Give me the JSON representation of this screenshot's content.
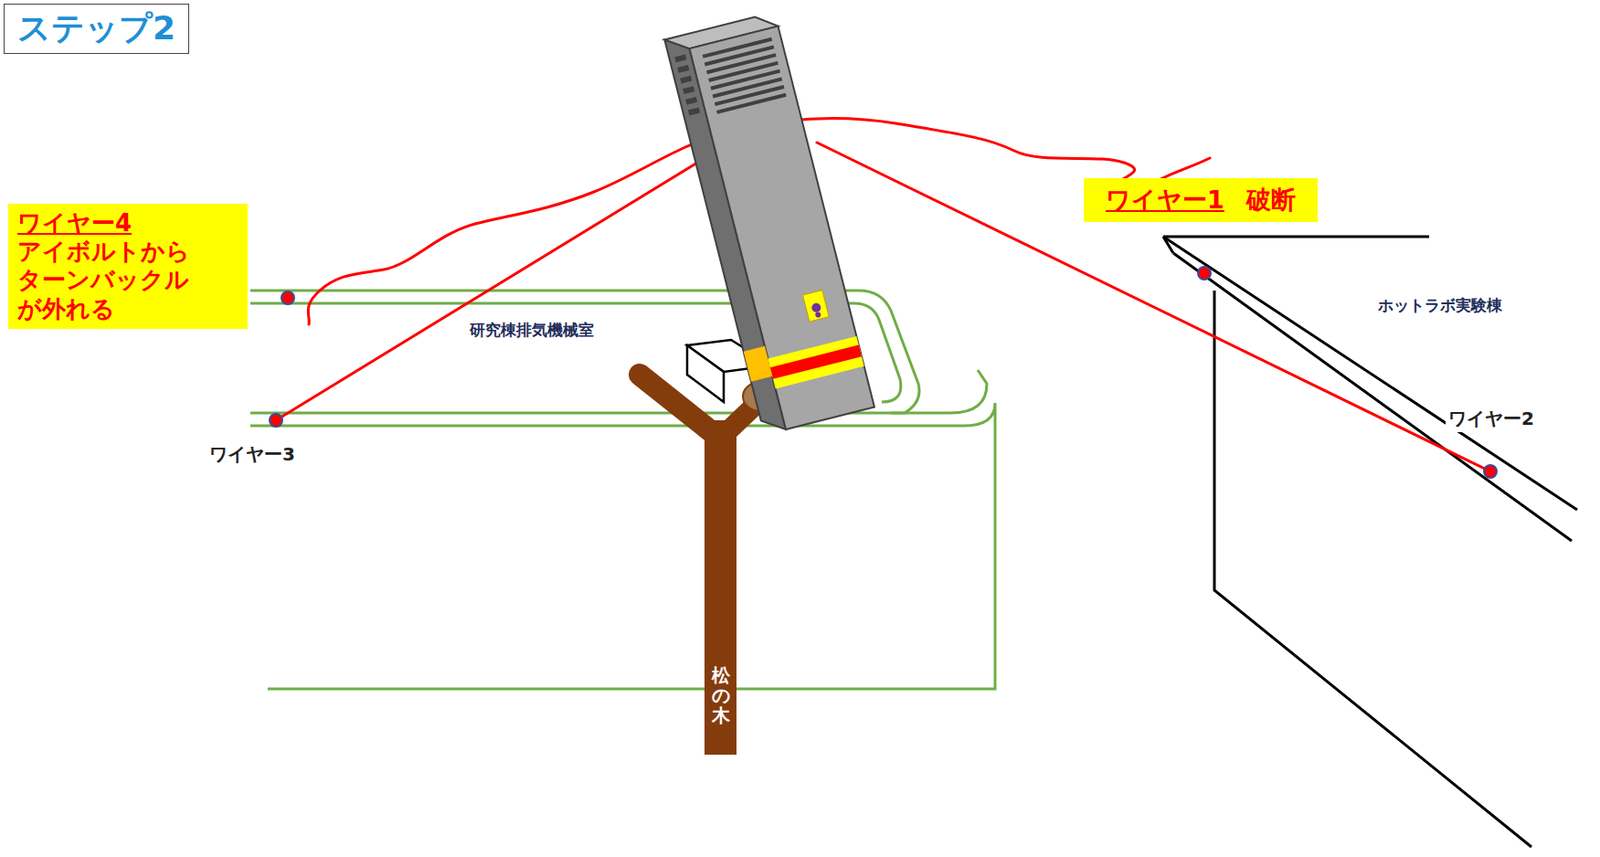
{
  "diagram": {
    "nodes": [
      {
        "text": [
          "ステップ2"
        ]
      },
      {
        "text": [
          "ワイヤー4",
          "アイボルトから ターンバックル が外れる"
        ]
      },
      {
        "text": [
          "ワイヤー1",
          "破断"
        ]
      }
    ],
    "labels": [
      "研究棟排気機械室",
      "ホットラボ実験棟",
      "ワイヤー3",
      "ワイヤー2",
      "松の木"
    ]
  }
}
